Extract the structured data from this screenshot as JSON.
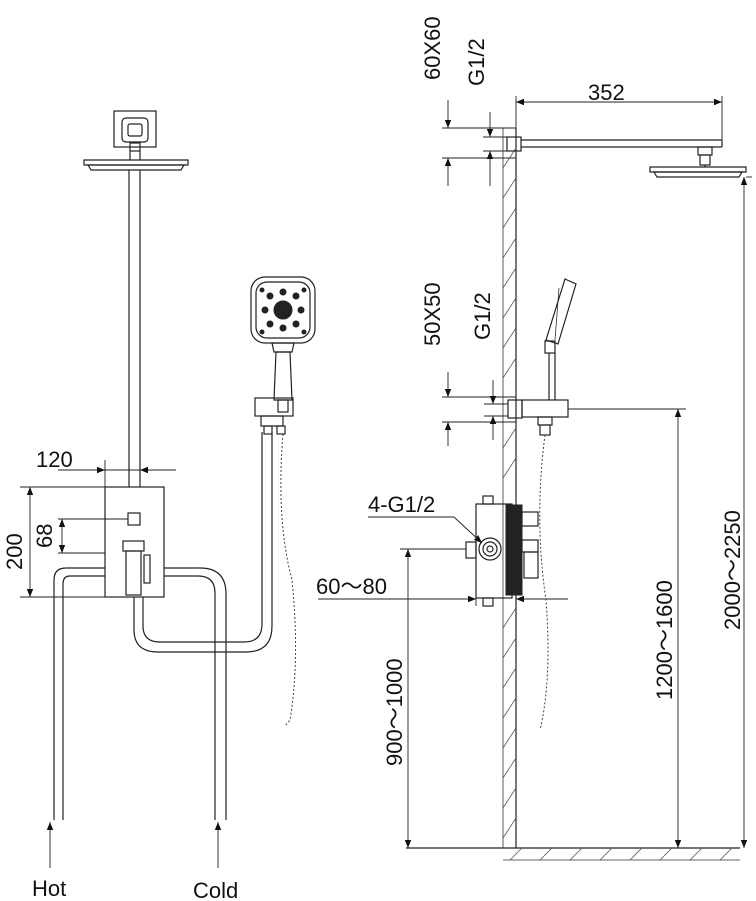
{
  "labels": {
    "hot": "Hot",
    "cold": "Cold",
    "dim_120": "120",
    "dim_200": "200",
    "dim_68": "68",
    "dim_60x60": "60X60",
    "dim_g12_top": "G1/2",
    "dim_352": "352",
    "dim_50x50": "50X50",
    "dim_g12_mid": "G1/2",
    "dim_4g12": "4-G1/2",
    "dim_60_80": "60～80",
    "dim_900_1000": "900～1000",
    "dim_1200_1600": "1200～1600",
    "dim_2000_2250": "2000～2250"
  }
}
